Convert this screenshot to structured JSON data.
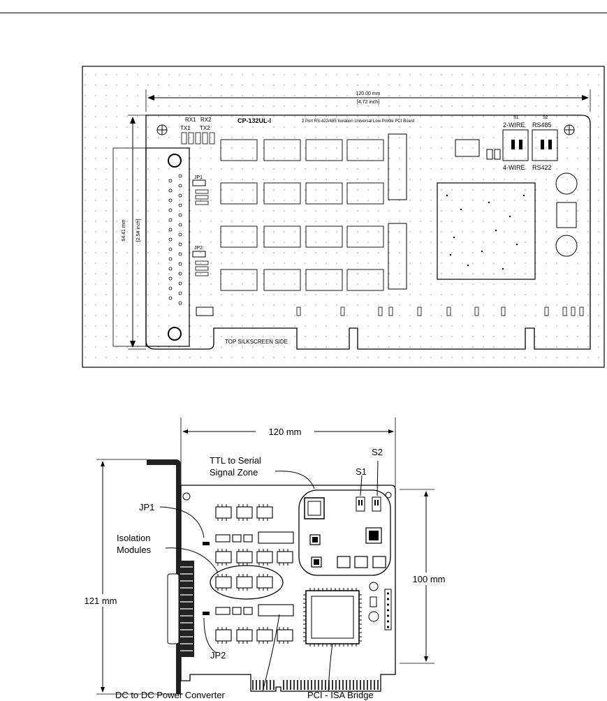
{
  "top_figure": {
    "width_dim": "120.00 mm",
    "width_dim_inch": "[4.72 inch]",
    "height_dim": "64.41 mm",
    "height_dim_inch": "[2.54 inch]",
    "rx1": "RX1",
    "rx2": "RX2",
    "tx1": "TX1",
    "tx2": "TX2",
    "model": "CP-132UL-I",
    "board_title": "2 Port RS-422/485 Isolation Universal Low Profile PCI Board",
    "s1": "S1",
    "s2": "S2",
    "two_wire": "2-WIRE",
    "rs485": "RS485",
    "four_wire": "4-WIRE",
    "rs422": "RS422",
    "jp1": "JP1",
    "jp2": "JP2",
    "silkscreen": "TOP SILKSCREEN SIDE"
  },
  "bottom_figure": {
    "width_dim": "120 mm",
    "height_left": "121 mm",
    "height_right": "100 mm",
    "ttl_zone_line1": "TTL to Serial",
    "ttl_zone_line2": "Signal Zone",
    "s1": "S1",
    "s2": "S2",
    "jp1": "JP1",
    "jp2": "JP2",
    "isolation_line1": "Isolation",
    "isolation_line2": "Modules",
    "dcdc": "DC to DC Power Converter",
    "bridge": "PCI - ISA Bridge"
  }
}
